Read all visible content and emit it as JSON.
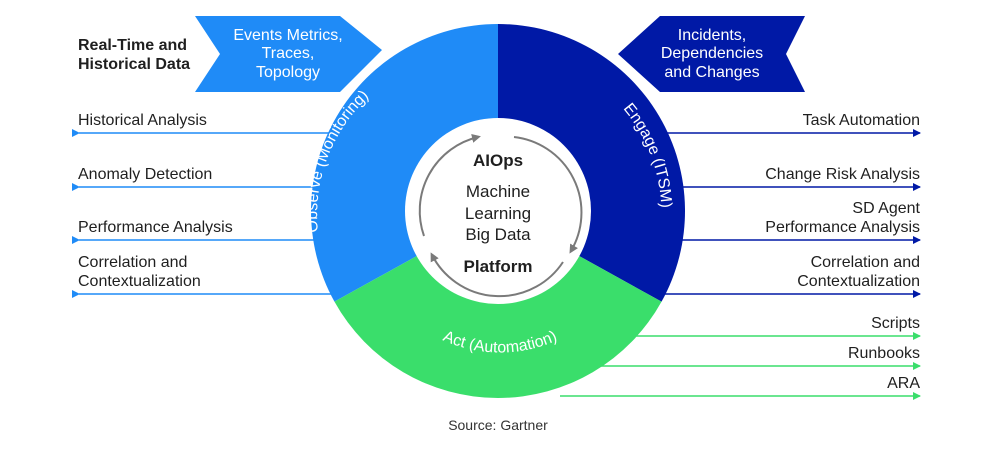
{
  "colors": {
    "observe": "#1f8bf7",
    "engage": "#0019a6",
    "act": "#3ade6b",
    "arrow_gray": "#7a7a7a",
    "text": "#1f1f1f"
  },
  "top_left": {
    "label_lines": [
      "Real-Time and",
      "Historical Data"
    ],
    "banner_lines": [
      "Events Metrics,",
      "Traces,",
      "Topology"
    ]
  },
  "top_right": {
    "banner_lines": [
      "Incidents,",
      "Dependencies",
      "and Changes"
    ]
  },
  "ring": {
    "observe": "Observe (Monitoring)",
    "engage": "Engage (ITSM)",
    "act": "Act (Automation)"
  },
  "center": {
    "title": "AIOps",
    "lines": [
      "Machine",
      "Learning",
      "Big Data"
    ],
    "footer": "Platform"
  },
  "left_outputs": [
    {
      "lines": [
        "Historical Analysis"
      ]
    },
    {
      "lines": [
        "Anomaly Detection"
      ]
    },
    {
      "lines": [
        "Performance Analysis"
      ]
    },
    {
      "lines": [
        "Correlation and",
        "Contextualization"
      ]
    }
  ],
  "right_outputs": [
    {
      "lines": [
        "Task Automation"
      ]
    },
    {
      "lines": [
        "Change Risk Analysis"
      ]
    },
    {
      "lines": [
        "SD Agent",
        "Performance Analysis"
      ]
    },
    {
      "lines": [
        "Correlation and",
        "Contextualization"
      ]
    }
  ],
  "act_outputs": [
    {
      "lines": [
        "Scripts"
      ]
    },
    {
      "lines": [
        "Runbooks"
      ]
    },
    {
      "lines": [
        "ARA"
      ]
    }
  ],
  "source": "Source: Gartner"
}
